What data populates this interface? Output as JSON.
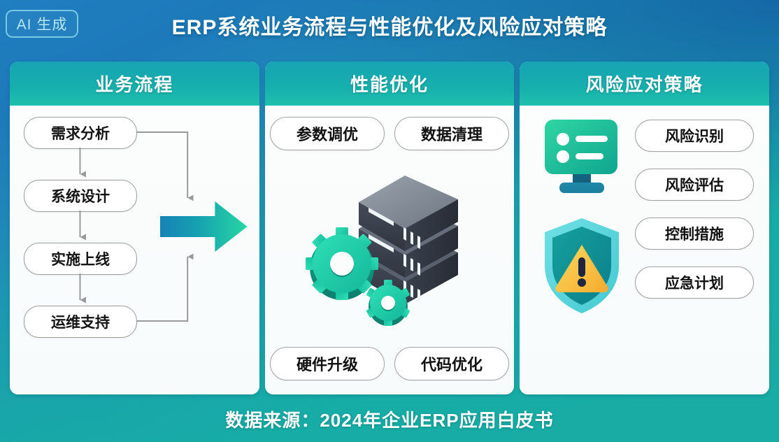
{
  "badge": {
    "label": "AI 生成"
  },
  "header": {
    "title": "ERP系统业务流程与性能优化及风险应对策略"
  },
  "footer": {
    "source": "数据来源：2024年企业ERP应用白皮书"
  },
  "colors": {
    "bg_blue": "#1f7fc0",
    "bg_teal": "#19aca4",
    "panel_head_from": "#17a3b5",
    "panel_head_to": "#1fc0ae",
    "arrow_from": "#1583b8",
    "arrow_to": "#25d6a4",
    "gear": "#1fc9a8",
    "server": "#3b4252",
    "shield": "#138f94",
    "warning": "#f7c13b"
  },
  "panels": [
    {
      "id": "business-process",
      "title": "业务流程",
      "nodes": [
        {
          "label": "需求分析"
        },
        {
          "label": "系统设计"
        },
        {
          "label": "实施上线"
        },
        {
          "label": "运维支持"
        }
      ],
      "arrow_icon": "right-arrow-icon"
    },
    {
      "id": "performance-optimization",
      "title": "性能优化",
      "top_pills": [
        {
          "label": "参数调优"
        },
        {
          "label": "数据清理"
        }
      ],
      "bottom_pills": [
        {
          "label": "硬件升级"
        },
        {
          "label": "代码优化"
        }
      ],
      "illustration": "server-stack-gears-icon"
    },
    {
      "id": "risk-response",
      "title": "风险应对策略",
      "icons": [
        {
          "name": "checklist-monitor-icon"
        },
        {
          "name": "shield-warning-icon"
        }
      ],
      "pills": [
        {
          "label": "风险识别"
        },
        {
          "label": "风险评估"
        },
        {
          "label": "控制措施"
        },
        {
          "label": "应急计划"
        }
      ]
    }
  ]
}
